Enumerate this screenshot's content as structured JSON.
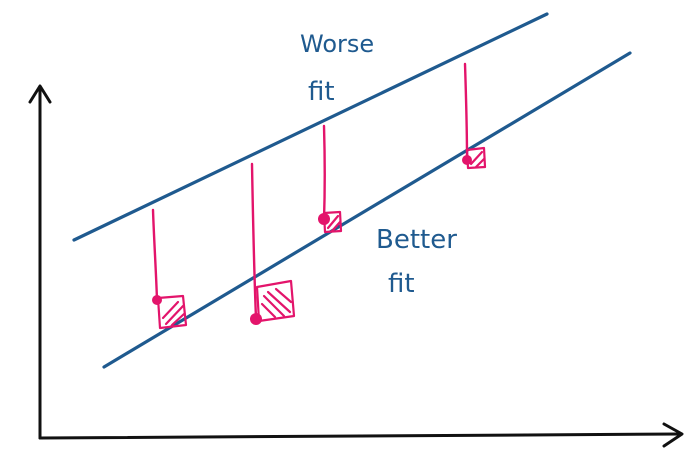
{
  "labels": {
    "worse_line1": "Worse",
    "worse_line2": "fit",
    "better_line1": "Better",
    "better_line2": "fit"
  },
  "colors": {
    "axes": "#111111",
    "fit_lines": "#1f5a8f",
    "residuals": "#e3146b"
  }
}
